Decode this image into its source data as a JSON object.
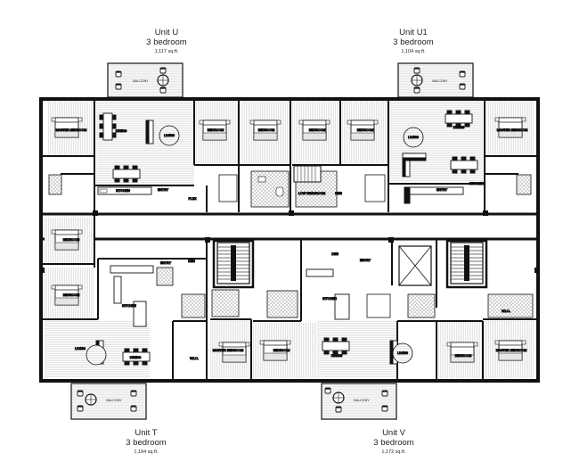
{
  "units": {
    "u": {
      "name": "Unit U",
      "bedrooms": "3 bedroom",
      "area": "1,117 sq.ft."
    },
    "u1": {
      "name": "Unit U1",
      "bedrooms": "3 bedroom",
      "area": "1,104 sq.ft."
    },
    "t": {
      "name": "Unit T",
      "bedrooms": "3 bedroom",
      "area": "1,194 sq.ft."
    },
    "v": {
      "name": "Unit V",
      "bedrooms": "3 bedroom",
      "area": "1,172 sq.ft."
    }
  },
  "rooms": {
    "master_bedroom": "MASTER BEDROOM",
    "bedroom": "BEDROOM",
    "living": "LIVING",
    "dining": "DINING",
    "kitchen": "KITCHEN",
    "balcony": "BALCONY",
    "entry": "ENTRY",
    "den": "DEN",
    "wic": "W.I.C.",
    "flex": "FLEX",
    "ldn": "LDN",
    "low_headroom": "LOW HEADROOM"
  }
}
